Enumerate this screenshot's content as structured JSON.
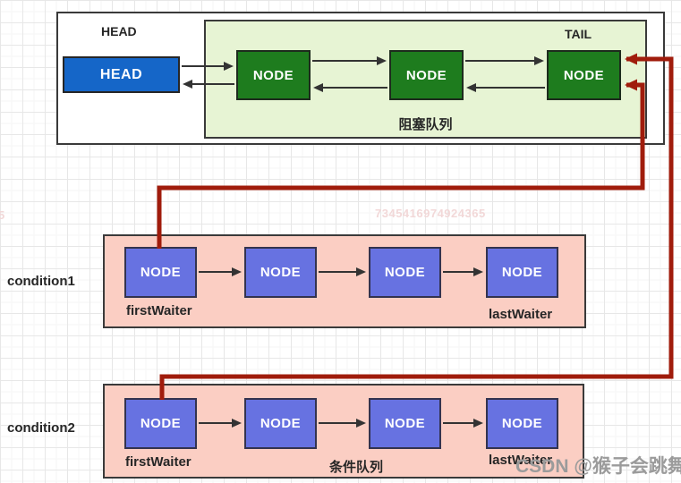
{
  "sync_queue": {
    "outer_label": "HEAD",
    "head_box_label": "HEAD",
    "tail_label": "TAIL",
    "queue_label": "阻塞队列",
    "nodes": [
      "NODE",
      "NODE",
      "NODE"
    ]
  },
  "condition1": {
    "label": "condition1",
    "first_waiter": "firstWaiter",
    "last_waiter": "lastWaiter",
    "nodes": [
      "NODE",
      "NODE",
      "NODE",
      "NODE"
    ]
  },
  "condition2": {
    "label": "condition2",
    "first_waiter": "firstWaiter",
    "last_waiter": "lastWaiter",
    "queue_label": "条件队列",
    "nodes": [
      "NODE",
      "NODE",
      "NODE",
      "NODE"
    ]
  },
  "watermarks": {
    "number": "7345416974924365",
    "number_left_clip": "5",
    "csdn": "CSDN @猴子会跳舞"
  },
  "colors": {
    "head_blue": "#1566c8",
    "node_green": "#1e7c1e",
    "queue_green_bg": "#e7f4d4",
    "condition_pink_bg": "#fbcec3",
    "node_purple": "#6772e1",
    "link_red": "#a01c0c",
    "arrow_black": "#333333"
  }
}
